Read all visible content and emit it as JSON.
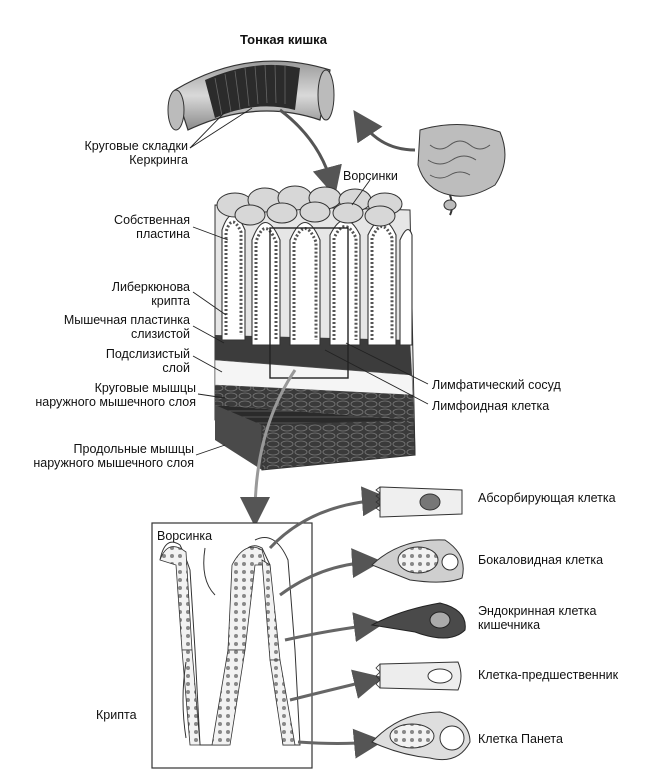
{
  "title": "Тонкая кишка",
  "labels": {
    "folds": [
      "Круговые складки",
      "Керкринга"
    ],
    "villi": "Ворсинки",
    "lamina_propria": [
      "Собственная",
      "пластина"
    ],
    "crypt_lieberkuhn": [
      "Либеркюнова",
      "крипта"
    ],
    "muscularis_mucosae": [
      "Мышечная пластинка",
      "слизистой"
    ],
    "submucosa": [
      "Подслизистый",
      "слой"
    ],
    "circular_muscle": [
      "Круговые мышцы",
      "наружного мышечного слоя"
    ],
    "longitudinal_muscle": [
      "Продольные мышцы",
      "наружного мышечного слоя"
    ],
    "lymph_vessel": "Лимфатический сосуд",
    "lymphoid_cell": "Лимфоидная клетка",
    "villus_inset": "Ворсинка",
    "crypt_inset": "Крипта"
  },
  "cells": [
    {
      "name": "Абсорбирующая клетка"
    },
    {
      "name": "Бокаловидная клетка"
    },
    {
      "name": "Эндокринная клетка",
      "name2": "кишечника"
    },
    {
      "name": "Клетка-предшественник"
    },
    {
      "name": "Клетка Панета"
    }
  ]
}
